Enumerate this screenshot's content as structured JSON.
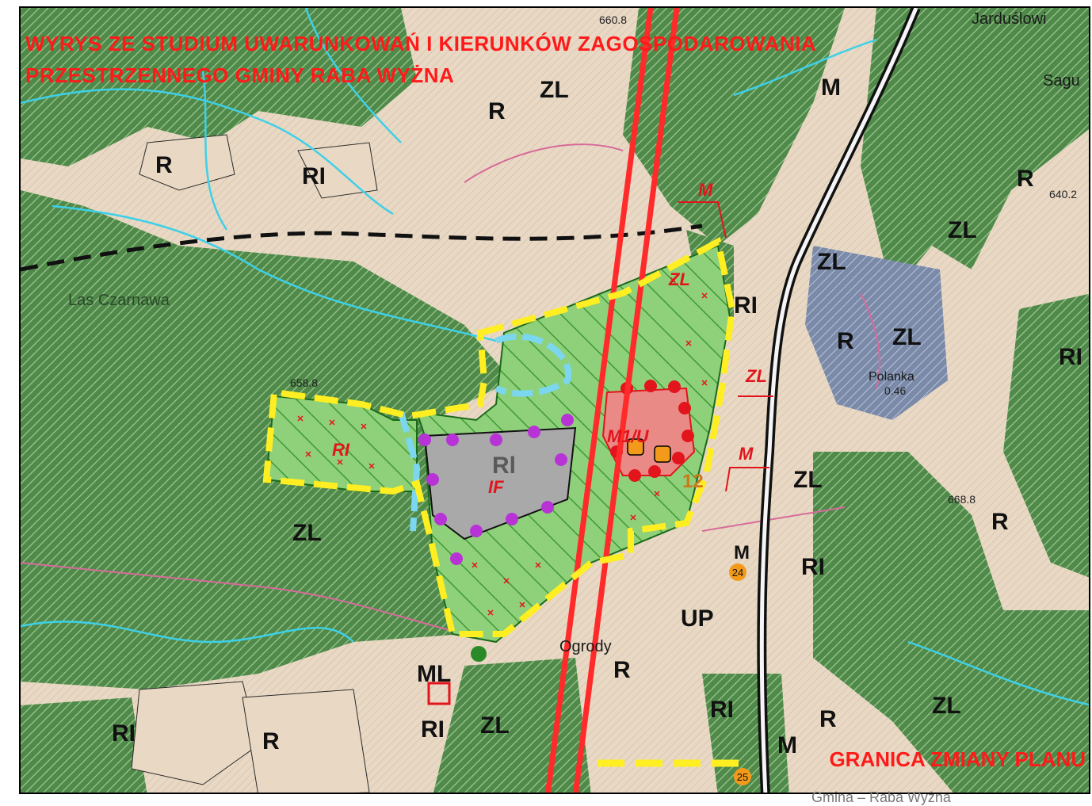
{
  "title": {
    "line1": "WYRYS ZE STUDIUM UWARUNKOWAŃ I KIERUNKÓW ZAGOSPODAROWANIA",
    "line2": "PRZESTRZENNEGO GMINY RABA WYŻNA"
  },
  "legend": {
    "label": "GRANICA ZMIANY PLANU",
    "line_color": "#ffee22"
  },
  "footer": {
    "text": "Gmina – Raba Wyżna"
  },
  "colors": {
    "forest": "#4f8a4a",
    "agricultural": "#e9d9c4",
    "plan_area": "#8fd07a",
    "boundary_yellow": "#ffee22",
    "road_red": "#ff2a2a",
    "symbol_red": "#e2141c",
    "symbol_purple": "#b833d6",
    "symbol_orange": "#f39a1a",
    "stream_blue": "#3ed0e8"
  },
  "zone_labels": {
    "R": "R",
    "RI": "RI",
    "ZL": "ZL",
    "M": "M",
    "IF": "IF",
    "M1U": "M1/U",
    "UP": "UP",
    "ML": "ML",
    "Rl": "Rl",
    "ZL_red": "ZL",
    "M_red": "M"
  },
  "place_names": {
    "jarduslowi": "Jarduślowi",
    "sagu": "Sagu",
    "las_czarnawa": "Las Czarnawa",
    "ogrody": "Ogrody",
    "polanka": "Polanka"
  },
  "elevations": {
    "e1": "660.8",
    "e2": "640.2",
    "e3": "668.8",
    "e4": "658.8",
    "e5": "0.46"
  },
  "markers": {
    "m24": "24",
    "m25": "25",
    "m12": "12"
  }
}
